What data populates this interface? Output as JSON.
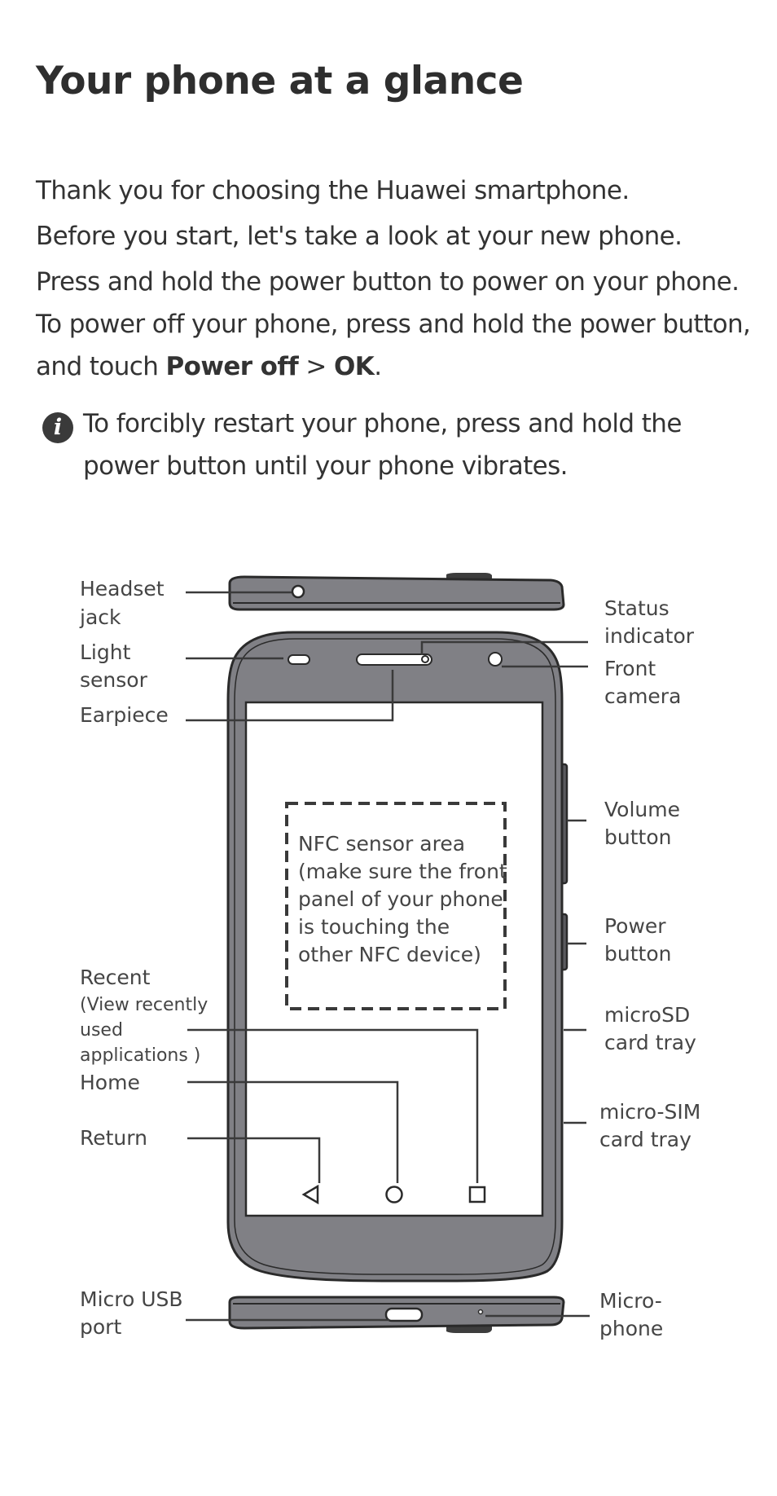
{
  "title": "Your phone at a glance",
  "intro": {
    "line1": "Thank you for choosing the Huawei smartphone.",
    "line2": "Before you start, let's take a look at your new phone.",
    "line3_prefix": "Press and hold the power button to power on your phone. To power off your phone, press and hold the power button, and touch ",
    "power_off": "Power off",
    "separator": " > ",
    "ok": "OK",
    "period": "."
  },
  "note": {
    "icon": "info-icon",
    "text": "To forcibly restart your phone, press and hold the power button until your phone vibrates."
  },
  "diagram": {
    "headset_jack": [
      "Headset",
      "jack"
    ],
    "light_sensor": [
      "Light",
      "sensor"
    ],
    "earpiece": [
      "Earpiece"
    ],
    "status_indicator": [
      "Status",
      "indicator"
    ],
    "front_camera": [
      "Front",
      "camera"
    ],
    "volume_button": [
      "Volume",
      "button"
    ],
    "power_button": [
      "Power",
      "button"
    ],
    "nfc_area": [
      "NFC sensor area",
      "(make sure the front",
      "panel of your phone",
      "is touching the",
      "other NFC device)"
    ],
    "recent": "Recent",
    "recent_desc": [
      "(View recently",
      "used",
      "applications )"
    ],
    "home": "Home",
    "return": "Return",
    "microsd_tray": [
      "microSD",
      "card tray"
    ],
    "microsim_tray": [
      "micro-SIM",
      "card tray"
    ],
    "usb_port": [
      "Micro USB",
      "port"
    ],
    "microphone": [
      "Micro-",
      "phone"
    ]
  }
}
